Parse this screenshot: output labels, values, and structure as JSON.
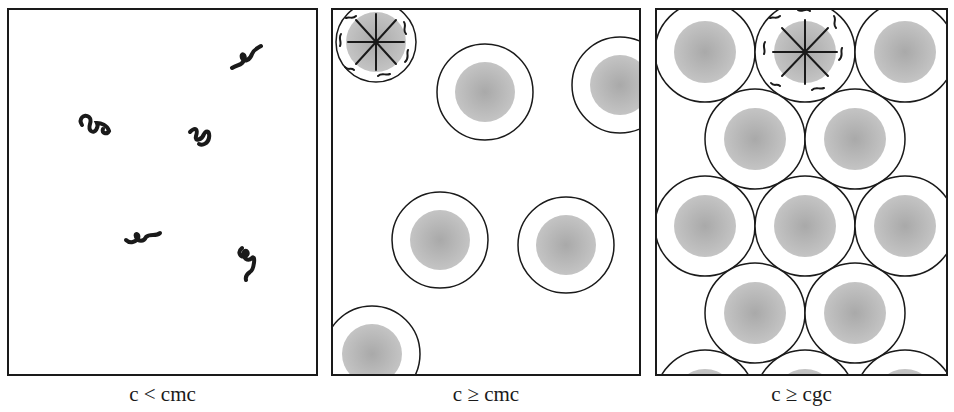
{
  "diagram": {
    "nodes": [
      {
        "text": [
          "c < cmc"
        ]
      },
      {
        "text": [
          "c ≥ cmc"
        ]
      },
      {
        "text": [
          "c ≥ cgc"
        ]
      }
    ]
  }
}
